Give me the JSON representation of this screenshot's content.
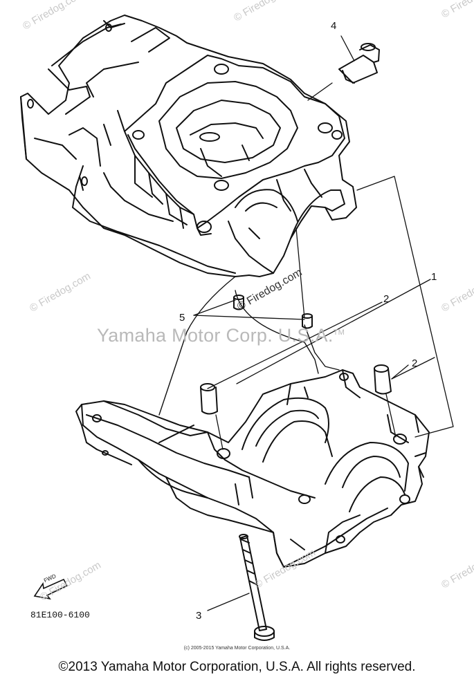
{
  "callouts": {
    "c1": "1",
    "c2a": "2",
    "c2b": "2",
    "c3": "3",
    "c4": "4",
    "c5": "5"
  },
  "watermarks": {
    "site": "© Firedog.com",
    "center_site": "© Firedog.com",
    "brand": "Yamaha Motor Corp. U.S.A.",
    "brand_tm": "TM"
  },
  "fwd_label": "FWD",
  "part_code": "81E100-6100",
  "small_copyright": "(c) 2005-2015 Yamaha Motor Corporation, U.S.A.",
  "copyright": "©2013 Yamaha Motor Corporation, U.S.A. All rights reserved.",
  "colors": {
    "line": "#111111",
    "watermark": "#c9c9c9"
  }
}
